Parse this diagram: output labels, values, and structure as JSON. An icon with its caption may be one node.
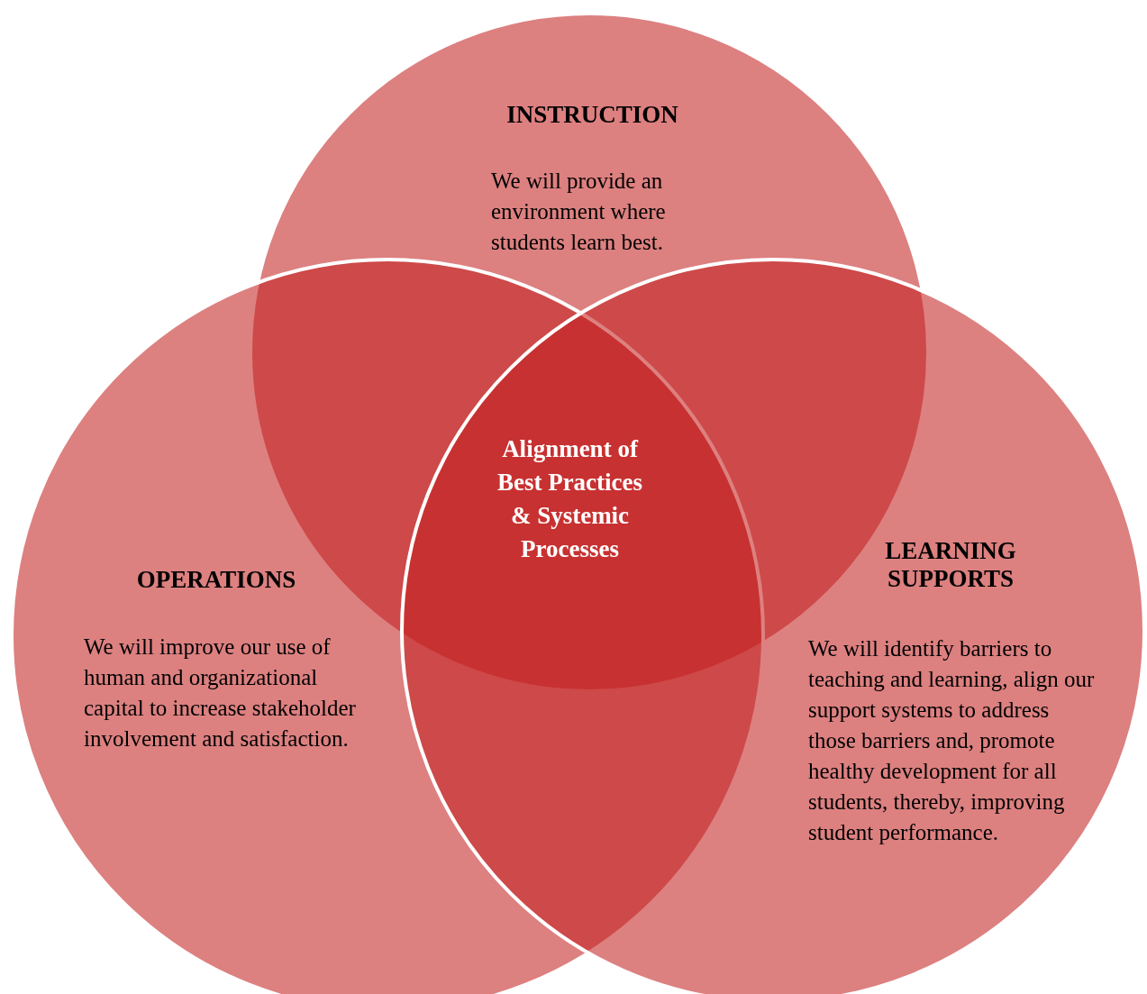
{
  "diagram": {
    "nodes": [
      {
        "text": [
          "INSTRUCTION",
          "We will provide an environment where students learn best."
        ]
      },
      {
        "text": [
          "Alignment of Best Practices & Systemic Processes"
        ]
      },
      {
        "text": [
          "OPERATIONS",
          "We will improve our use of human and organizational capital to increase stakeholder involvement and satisfaction."
        ]
      },
      {
        "text": [
          "LEARNING SUPPORTS",
          "We will identify barriers to teaching and learning, align our support systems to address those barriers and, promote healthy development for all students, thereby, improving student performance."
        ]
      }
    ],
    "edges": []
  }
}
